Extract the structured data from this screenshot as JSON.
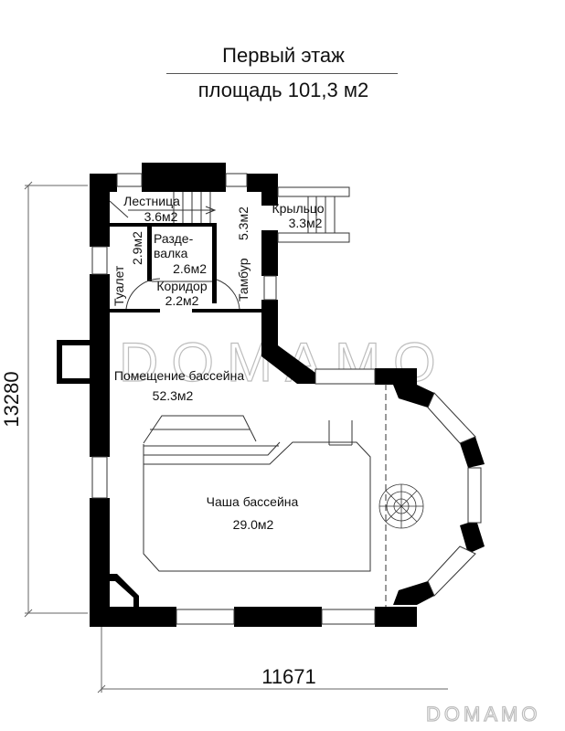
{
  "header": {
    "title": "Первый этаж",
    "area": "площадь 101,3 м2"
  },
  "rooms": [
    {
      "id": "stairs",
      "name": "Лестница",
      "area": "3.6м2"
    },
    {
      "id": "toilet",
      "name": "Туалет",
      "area": "2.9м2"
    },
    {
      "id": "changing",
      "name_line1": "Разде-",
      "name_line2": "валка",
      "area": "2.6м2"
    },
    {
      "id": "corridor",
      "name": "Коридор",
      "area": "2.2м2"
    },
    {
      "id": "vestibule",
      "name": "Тамбур",
      "area": "5.3м2"
    },
    {
      "id": "porch",
      "name": "Крыльцо",
      "area": "3.3м2"
    },
    {
      "id": "pool-room",
      "name": "Помещение бассейна",
      "area": "52.3м2"
    },
    {
      "id": "pool-bowl",
      "name": "Чаша бассейна",
      "area": "29.0м2"
    }
  ],
  "dimensions": {
    "height": "13280",
    "width": "11671"
  },
  "watermark": {
    "center": "DOMAMO",
    "corner": "DOMAMO"
  },
  "colors": {
    "wall": "#000000",
    "line": "#333333",
    "dim": "#666666",
    "watermark": "#bdbdbd"
  }
}
